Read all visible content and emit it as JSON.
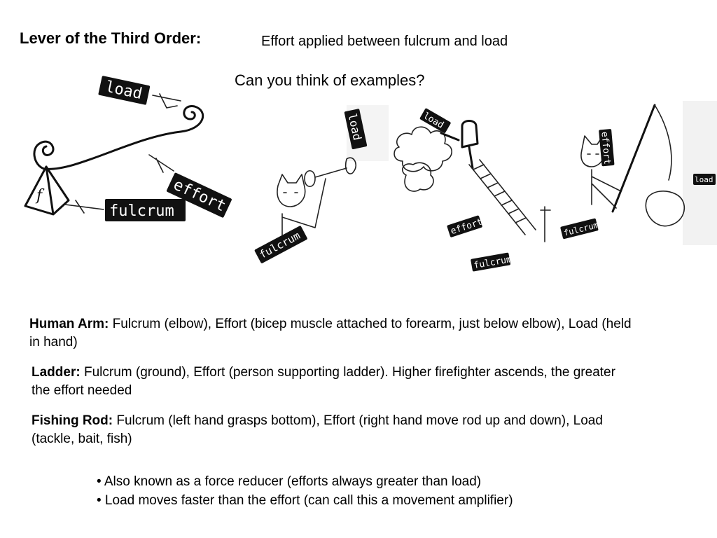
{
  "title": "Lever of the Third Order:",
  "subtitle": "Effort applied between fulcrum and load",
  "question": "Can you think of examples?",
  "diagram": {
    "load": "load",
    "effort": "effort",
    "fulcrum": "fulcrum",
    "fulcrum_symbol": "f"
  },
  "examples": {
    "arm": {
      "load": "load",
      "fulcrum": "fulcrum"
    },
    "ladder": {
      "load": "load",
      "effort": "effort",
      "fulcrum": "fulcrum"
    },
    "fishing": {
      "effort": "effort",
      "load": "load",
      "fulcrum": "fulcrum"
    }
  },
  "paragraphs": [
    {
      "label": "Human Arm:",
      "text": " Fulcrum (elbow), Effort (bicep muscle attached to forearm, just below elbow), Load (held in hand)"
    },
    {
      "label": "Ladder:",
      "text": " Fulcrum (ground), Effort (person supporting ladder).  Higher firefighter ascends, the greater the effort needed"
    },
    {
      "label": "Fishing Rod:",
      "text": " Fulcrum (left hand grasps bottom), Effort (right hand move rod up and down), Load (tackle, bait, fish)"
    }
  ],
  "bullets": [
    "• Also known as a force reducer (efforts always greater than load)",
    "• Load moves faster than the effort (can call this a movement amplifier)"
  ]
}
